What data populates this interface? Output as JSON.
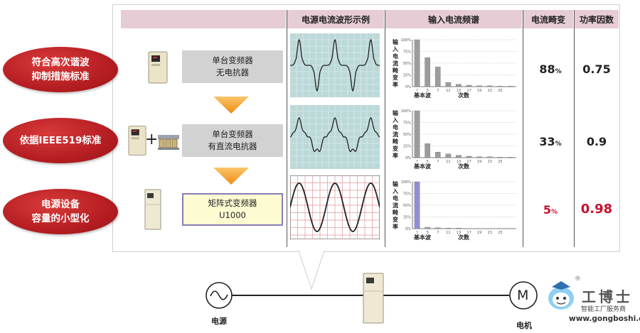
{
  "headers": {
    "waveform": "电源电流波形示例",
    "spectrum": "输入电流频谱",
    "distortion": "电流畸变",
    "power_factor": "功率因数"
  },
  "rows": [
    {
      "oval": [
        "符合高次谐波",
        "抑制措施标准"
      ],
      "box": [
        "单台变频器",
        "无电抗器"
      ],
      "distortion": "88",
      "distortion_unit": "%",
      "power_factor": "0.75",
      "spectrum": [
        100,
        62,
        42,
        9,
        5,
        3,
        2,
        2,
        1,
        1
      ]
    },
    {
      "oval": [
        "依据IEEE519标准"
      ],
      "box": [
        "单台变频器",
        "有直流电抗器"
      ],
      "distortion": "33",
      "distortion_unit": "%",
      "power_factor": "0.9",
      "spectrum": [
        100,
        30,
        12,
        8,
        5,
        3,
        2,
        2,
        1,
        1
      ]
    },
    {
      "oval": [
        "电源设备",
        "容量的小型化"
      ],
      "box": [
        "矩阵式变频器",
        "U1000"
      ],
      "distortion": "5",
      "distortion_unit": "%",
      "power_factor": "0.98",
      "spectrum": [
        100,
        3,
        2,
        1,
        1,
        0.5,
        0.5,
        0.5,
        0.5,
        0.5
      ]
    }
  ],
  "spectrum_axis": {
    "y_label": "输入电流畸变率",
    "y_ticks": [
      "100%",
      "75%",
      "50%",
      "25%",
      "0%"
    ],
    "x_ticks": [
      "1",
      "5",
      "7",
      "11",
      "13",
      "17",
      "19",
      "23",
      "25"
    ],
    "x_label_left": "基本波",
    "x_label_right": "次数"
  },
  "plus_sign": "+",
  "motor_symbol": "M",
  "labels": {
    "power_source": "电源",
    "motor": "电机"
  },
  "watermark": {
    "title": "工博士",
    "subtitle": "智能工厂服务商",
    "url": "www.gongboshi.com",
    "registered": "®"
  },
  "colors": {
    "oval_red": "#b51e22",
    "header_pink": "#e6ccd5",
    "arrow_orange": "#f29a1f",
    "bar_gray": "#9c9c9c",
    "bar_purple": "#8f8fd6",
    "highlight_red": "#c8102e"
  }
}
